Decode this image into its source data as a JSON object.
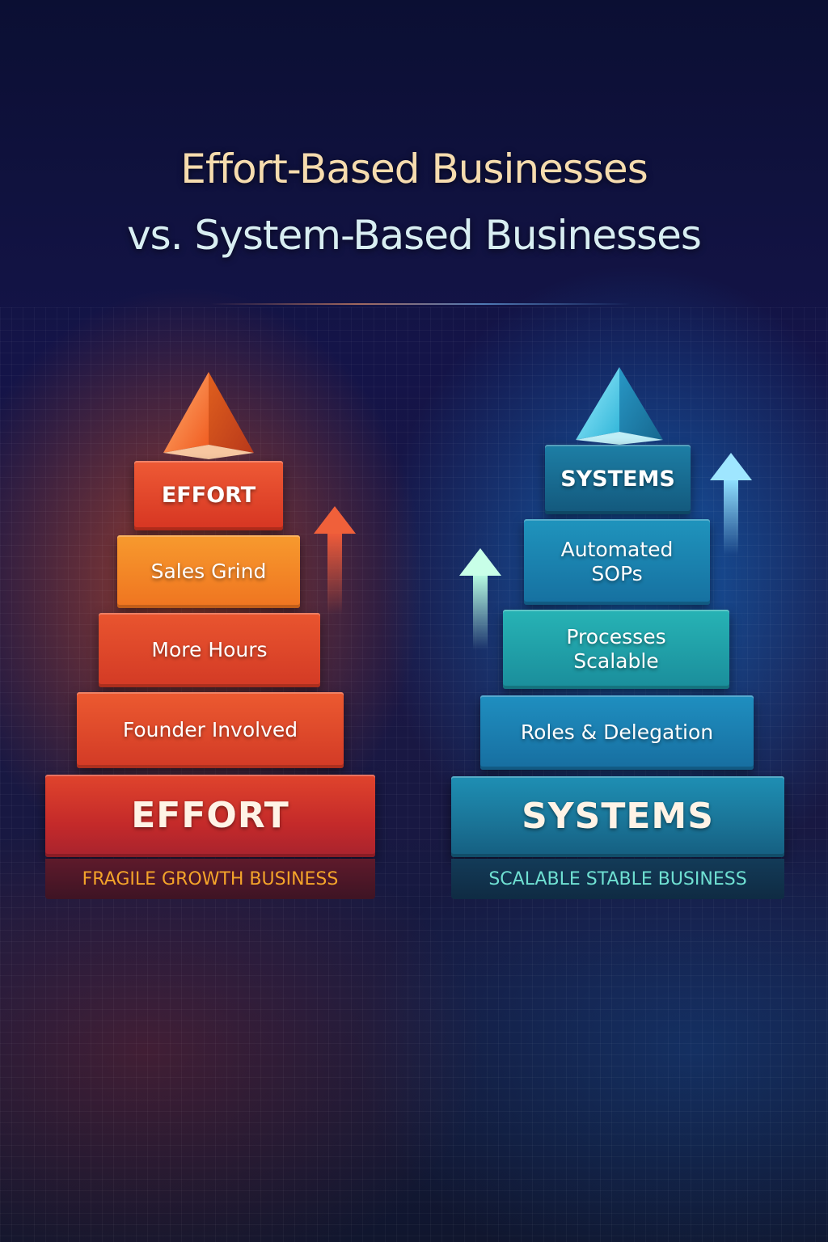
{
  "title": {
    "line1": "Effort-Based Businesses",
    "line2": "vs. System-Based Businesses"
  },
  "left": {
    "top_block": "EFFORT",
    "levels": [
      "Sales Grind",
      "More Hours",
      "Founder Involved"
    ],
    "base": "EFFORT",
    "caption": "FRAGILE GROWTH BUSINESS",
    "colors": {
      "primary": "#e0452a",
      "secondary": "#f37a26",
      "caption_text": "#f4a42a"
    }
  },
  "right": {
    "top_block": "SYSTEMS",
    "levels": [
      "Automated SOPs",
      "Processes Scalable",
      "Roles & Delegation"
    ],
    "base": "SYSTEMS",
    "caption": "SCALABLE STABLE BUSINESS",
    "colors": {
      "primary": "#1b78a8",
      "secondary": "#20a8b4",
      "caption_text": "#6fe0d2"
    }
  }
}
